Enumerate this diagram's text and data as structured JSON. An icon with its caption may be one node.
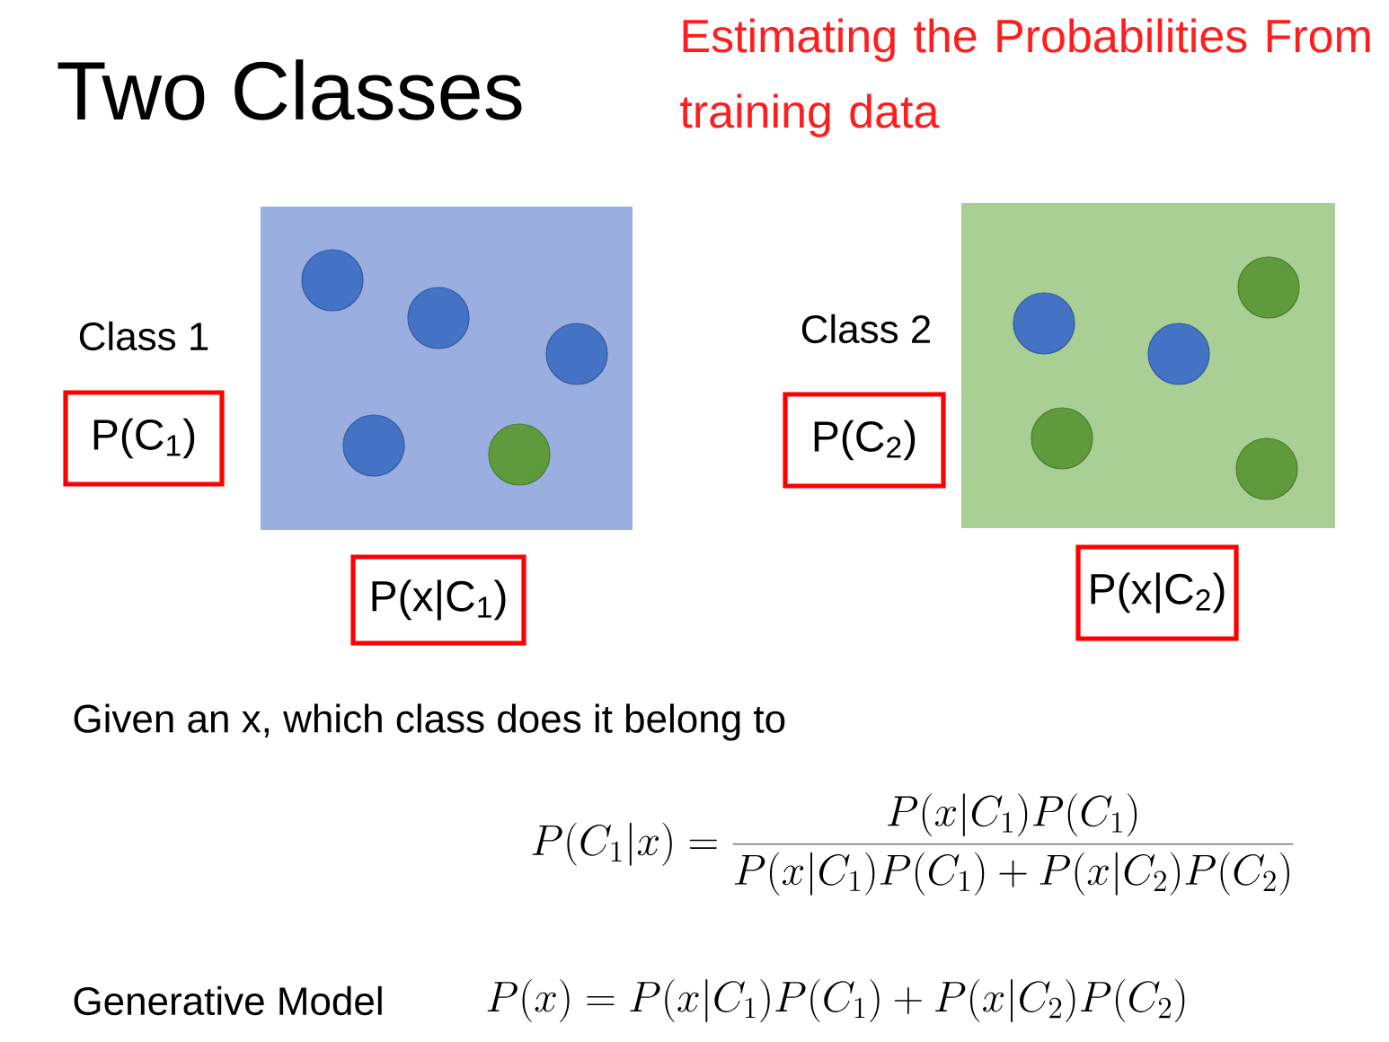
{
  "diagram": {
    "title": "Two Classes",
    "nodes": [
      {
        "text": [
          "P(C$_{1}$)"
        ]
      },
      {
        "text": [
          "P(x|C$_{1}$)"
        ]
      },
      {
        "text": [
          "P(C$_{2}$)"
        ]
      },
      {
        "text": [
          "P(x|C$_{2}$)"
        ]
      }
    ],
    "labels": [
      "Estimating the Probabilities From training data",
      "Class 1",
      "Class 2",
      "Given an x, which class does it belong to",
      "P(C_1|x) = \\frac{P(x|C_1)P(C_1)}{P(x|C_1)P(C_1) + P(x|C_2)P(C_2)}",
      "Generative Model",
      "P(x) = P(x|C_1)P(C_1) + P(x|C_2)P(C_2)"
    ]
  }
}
